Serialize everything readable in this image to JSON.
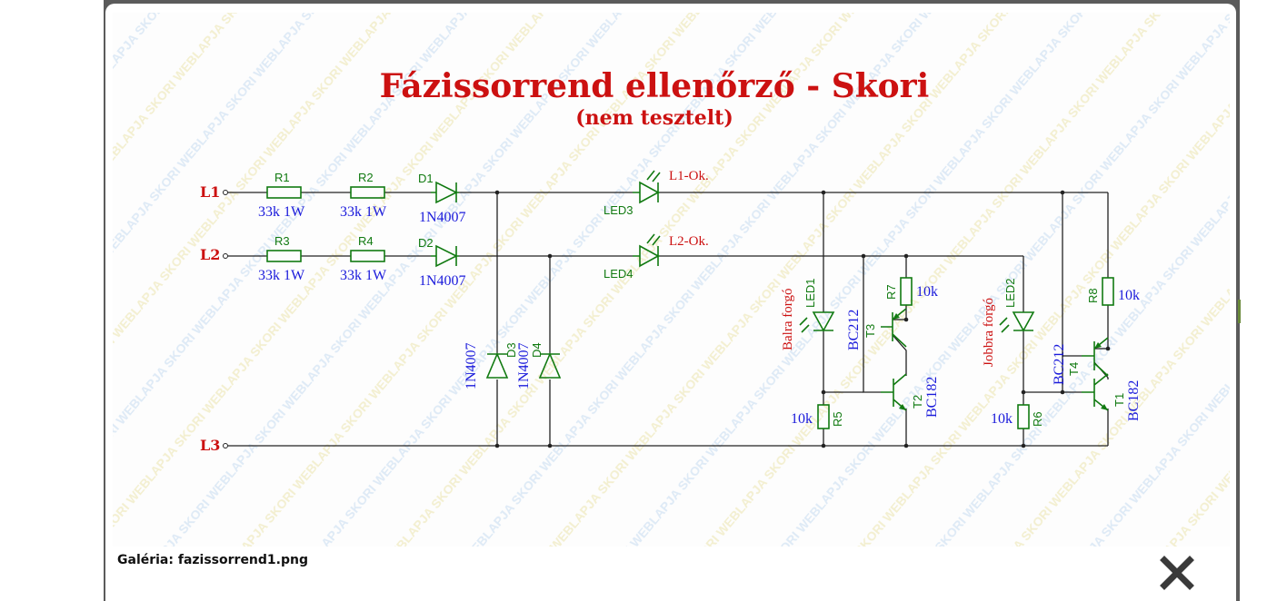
{
  "caption": {
    "prefix": "Galéria:",
    "filename": "fazissorrend1.png"
  },
  "close_button": {
    "icon": "close-icon"
  },
  "schematic": {
    "title": "Fázissorrend ellenőrző - Skori",
    "subtitle": "(nem tesztelt)",
    "watermark": "SKORI WEBLAPJA",
    "lines": [
      "L1",
      "L2",
      "L3"
    ],
    "resistors": {
      "R1": {
        "name": "R1",
        "value": "33k 1W"
      },
      "R2": {
        "name": "R2",
        "value": "33k 1W"
      },
      "R3": {
        "name": "R3",
        "value": "33k 1W"
      },
      "R4": {
        "name": "R4",
        "value": "33k 1W"
      },
      "R5": {
        "name": "R5",
        "value": "10k"
      },
      "R6": {
        "name": "R6",
        "value": "10k"
      },
      "R7": {
        "name": "R7",
        "value": "10k"
      },
      "R8": {
        "name": "R8",
        "value": "10k"
      }
    },
    "diodes": {
      "D1": {
        "name": "D1",
        "type": "1N4007"
      },
      "D2": {
        "name": "D2",
        "type": "1N4007"
      },
      "D3": {
        "name": "D3",
        "type": "1N4007"
      },
      "D4": {
        "name": "D4",
        "type": "1N4007"
      }
    },
    "leds": {
      "LED1": "LED1",
      "LED2": "LED2",
      "LED3": "LED3",
      "LED4": "LED4",
      "l1_ok": "L1-Ok.",
      "l2_ok": "L2-Ok.",
      "balra": "Balra forgó",
      "jobbra": "Jobbra forgó"
    },
    "transistors": {
      "T1": {
        "name": "T1",
        "type": "BC182"
      },
      "T2": {
        "name": "T2",
        "type": "BC182"
      },
      "T3": {
        "name": "T3",
        "type": "BC212"
      },
      "T4": {
        "name": "T4",
        "type": "BC212"
      }
    }
  }
}
